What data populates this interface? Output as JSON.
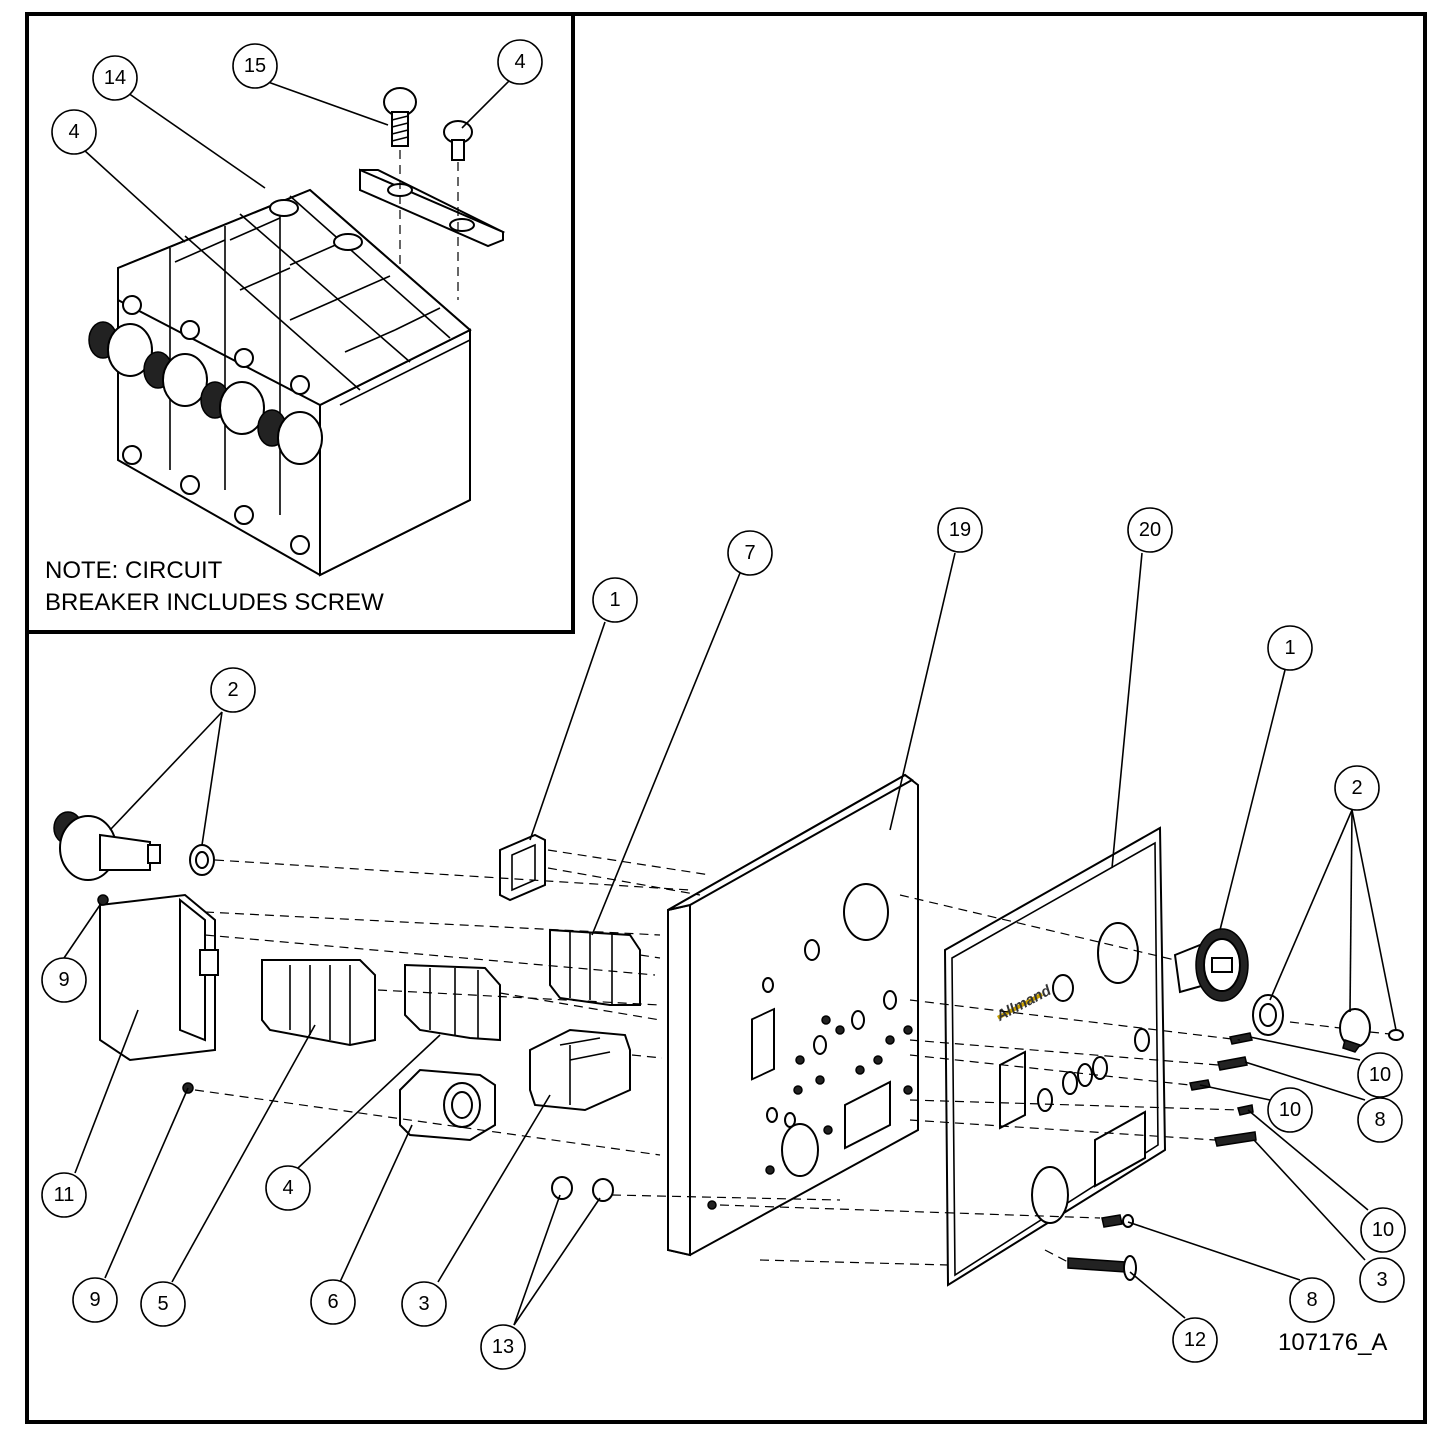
{
  "note_line1": "NOTE: CIRCUIT",
  "note_line2": "BREAKER INCLUDES SCREW",
  "figure_id": "107176_A",
  "brand_label": "Allmand",
  "callouts": [
    "14",
    "15",
    "4",
    "4",
    "7",
    "1",
    "19",
    "20",
    "1",
    "2",
    "2",
    "9",
    "11",
    "9",
    "5",
    "4",
    "6",
    "3",
    "13",
    "12",
    "8",
    "3",
    "10",
    "8",
    "10",
    "10"
  ]
}
